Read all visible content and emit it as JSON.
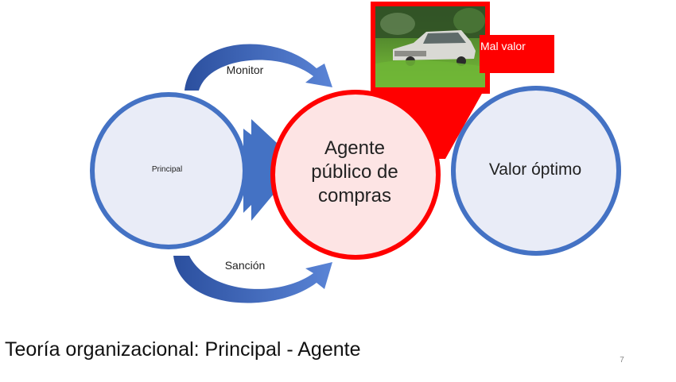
{
  "diagram": {
    "monitor_label": "Monitor",
    "sancion_label": "Sanción",
    "principal_label": "Principal",
    "agente_lines": [
      "Agente",
      "público de",
      "compras"
    ],
    "valor_label": "Valor óptimo",
    "mal_valor_label": "Mal valor",
    "photo_icon": "abandoned-car-photo"
  },
  "slide": {
    "title": "Teoría organizacional:  Principal - Agente",
    "page_number": "7"
  },
  "colors": {
    "blue_stroke": "#4472c4",
    "blue_fill": "#e9ecf7",
    "red_stroke": "#ff0000",
    "red_fill": "#fde4e4",
    "arrow_blue": "#3f64b6"
  }
}
